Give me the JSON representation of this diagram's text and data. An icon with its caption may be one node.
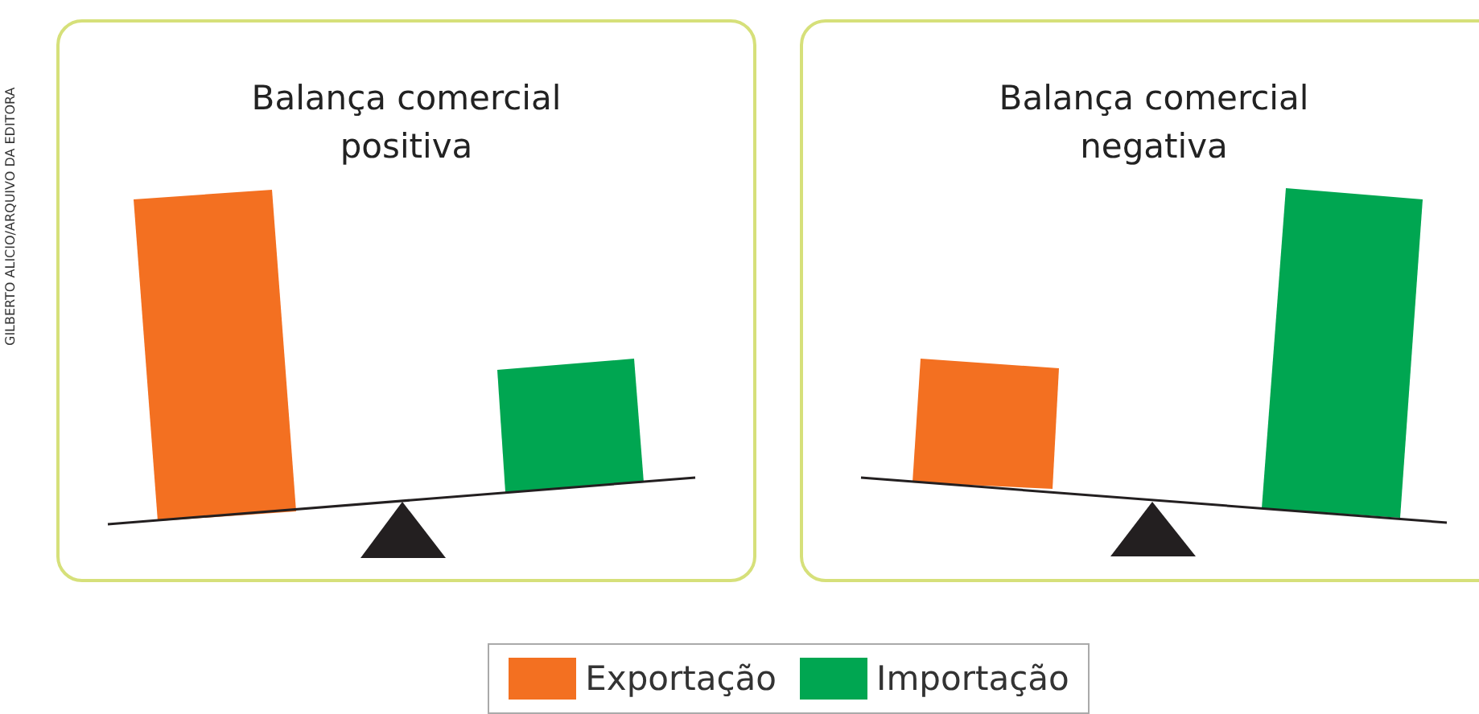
{
  "diagram": {
    "nodes": [
      {
        "text": [
          "Balança comercial positiva"
        ]
      },
      {
        "text": [
          "Balança comercial negativa"
        ]
      }
    ],
    "labels": [
      "GILBERTO ALICIO/ARQUIVO DA EDITORA"
    ],
    "legend": [
      {
        "text": "Exportação",
        "color": "#f37021"
      },
      {
        "text": "Importação",
        "color": "#00a651"
      }
    ]
  }
}
